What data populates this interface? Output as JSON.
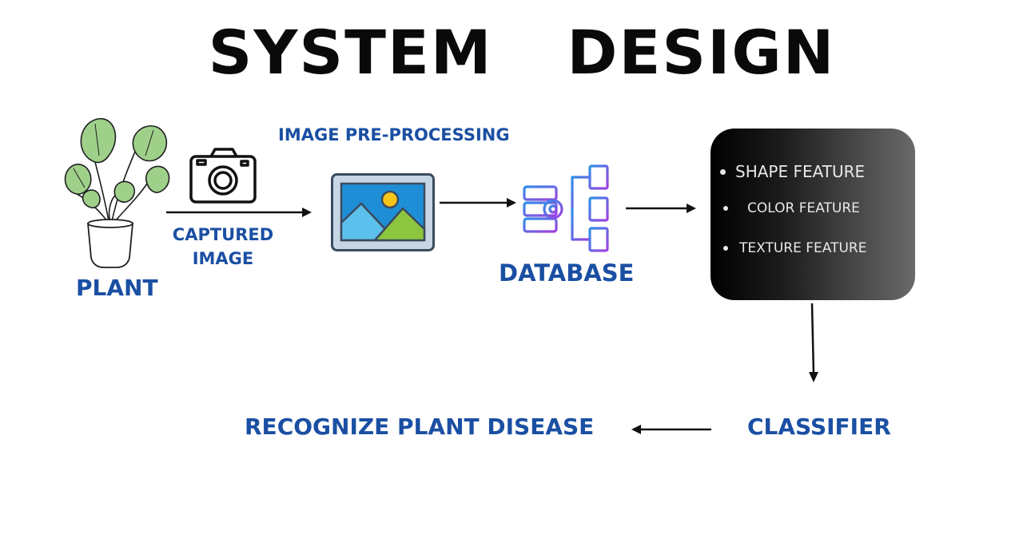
{
  "title": "SYSTEM  DESIGN",
  "nodes": {
    "plant": "PLANT",
    "captured_image": [
      "CAPTURED",
      "IMAGE"
    ],
    "pre_processing": "IMAGE PRE-PROCESSING",
    "database": "DATABASE",
    "classifier": "CLASSIFIER",
    "recognize": "RECOGNIZE PLANT DISEASE"
  },
  "features": [
    "SHAPE FEATURE",
    "COLOR FEATURE",
    "TEXTURE FEATURE"
  ],
  "icons": {
    "plant": "potted-plant-icon",
    "camera": "camera-icon",
    "image": "landscape-image-icon",
    "database": "database-server-icon"
  },
  "colors": {
    "label_blue": "#1a4fa3",
    "title_black": "#0a0a0a",
    "leaf_green": "#9fd08a",
    "image_sky": "#1e8fd6",
    "image_sun": "#f5c518",
    "image_mountain_blue": "#5bc0eb",
    "image_mountain_green": "#8cc63f"
  }
}
